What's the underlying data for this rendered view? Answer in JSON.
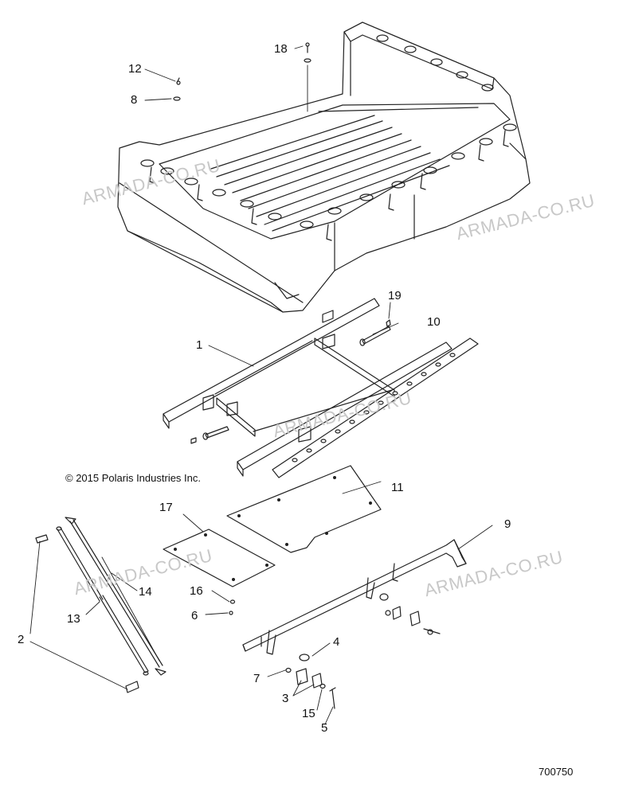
{
  "copyright": "© 2015 Polaris Industries Inc.",
  "document_number": "700750",
  "watermark": "ARMADA-CO.RU",
  "callouts": {
    "c1": "1",
    "c2": "2",
    "c3": "3",
    "c4": "4",
    "c5": "5",
    "c6": "6",
    "c7": "7",
    "c8": "8",
    "c9": "9",
    "c10": "10",
    "c11": "11",
    "c12": "12",
    "c13": "13",
    "c14": "14",
    "c15": "15",
    "c16": "16",
    "c17": "17",
    "c18": "18",
    "c19": "19"
  },
  "colors": {
    "line": "#222222",
    "watermark": "#c8c8c8",
    "background": "#ffffff"
  }
}
